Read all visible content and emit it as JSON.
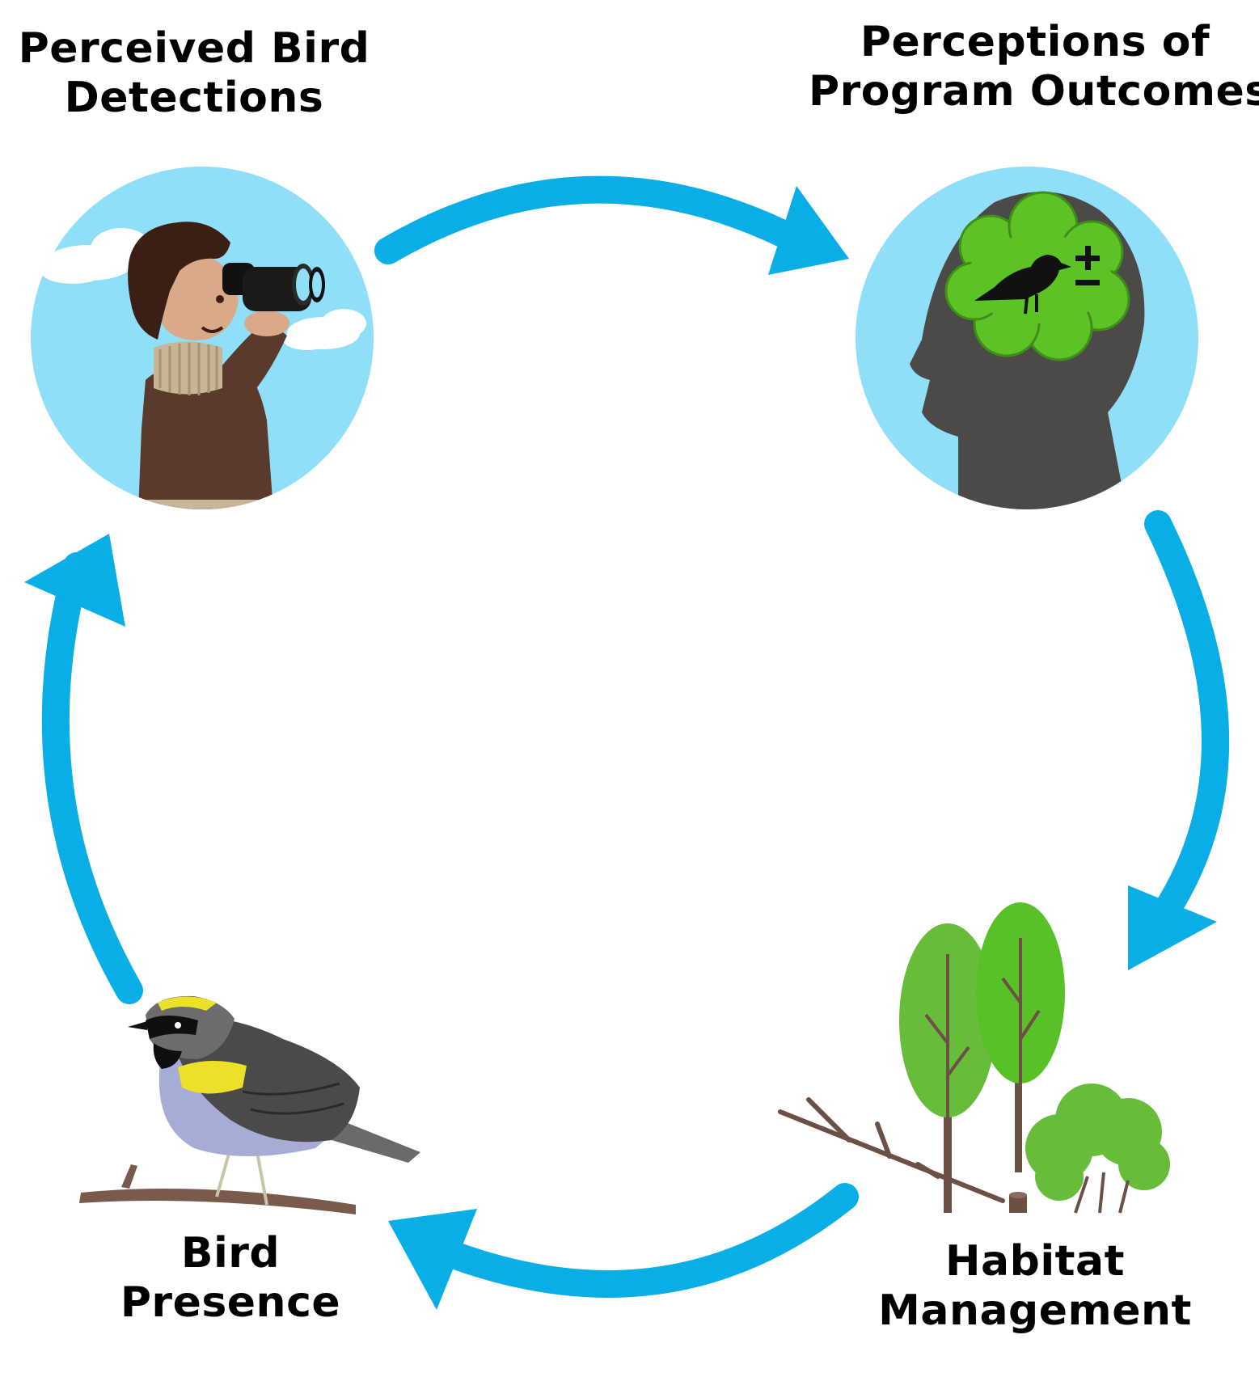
{
  "nodes": {
    "detections": {
      "line1": "Perceived Bird",
      "line2": "Detections"
    },
    "perceptions": {
      "line1": "Perceptions of",
      "line2": "Program Outcomes"
    },
    "habitat": {
      "line1": "Habitat",
      "line2": "Management"
    },
    "presence": {
      "line1": "Bird",
      "line2": "Presence"
    }
  },
  "colors": {
    "arrow": "#09aee6",
    "sky": "#8fdff8",
    "leaf_green": "#5cc226",
    "head_gray": "#4c4a48"
  },
  "icons": [
    "binoculars-person-icon",
    "head-with-bird-thought-icon",
    "trees-icon",
    "warbler-bird-icon"
  ]
}
